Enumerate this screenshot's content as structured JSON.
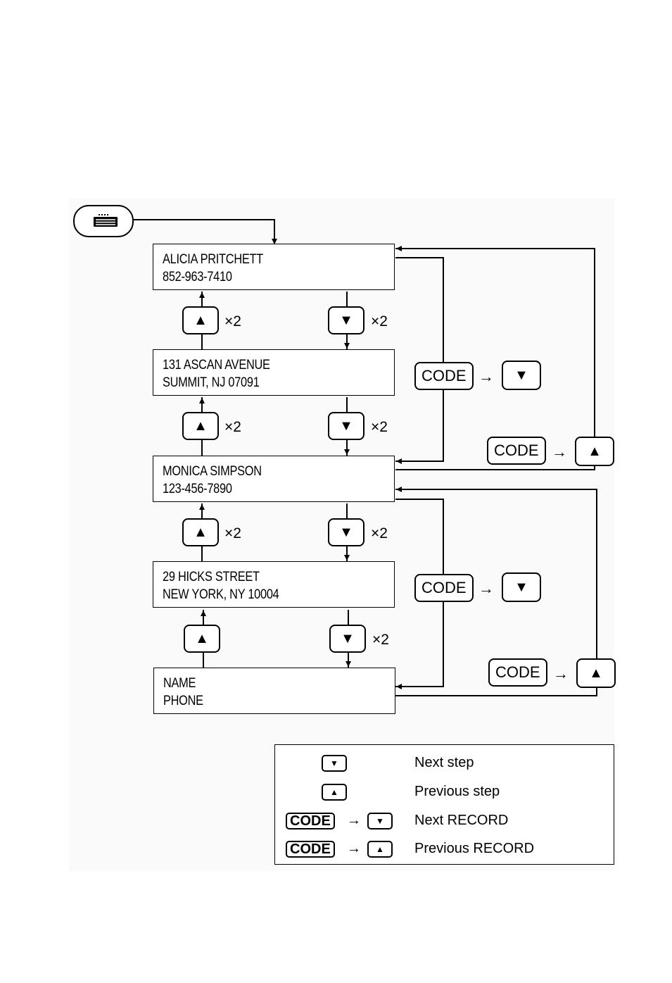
{
  "screens": [
    {
      "line1": "ALICIA PRITCHETT",
      "line2": "852-963-7410"
    },
    {
      "line1": "131 ASCAN AVENUE",
      "line2": "SUMMIT, NJ 07091"
    },
    {
      "line1": "MONICA SIMPSON",
      "line2": "123-456-7890"
    },
    {
      "line1": "29 HICKS STREET",
      "line2": "NEW YORK, NY 10004"
    },
    {
      "line1": "NAME",
      "line2": "PHONE"
    }
  ],
  "keys": {
    "up_symbol": "▲",
    "down_symbol": "▼",
    "repeat": "×2",
    "code_label": "CODE",
    "then_arrow": "→",
    "menu_icon": "menu-list-icon"
  },
  "legend": {
    "rows": [
      {
        "keys": "down",
        "text": "Next step"
      },
      {
        "keys": "up",
        "text": "Previous step"
      },
      {
        "keys": "code-down",
        "text": "Next RECORD"
      },
      {
        "keys": "code-up",
        "text": "Previous RECORD"
      }
    ]
  }
}
